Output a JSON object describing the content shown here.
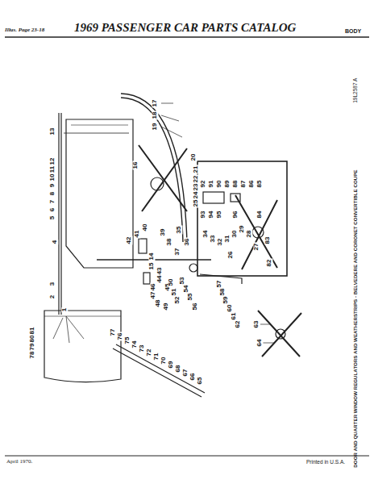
{
  "diagram": {
    "title": "1969 PASSENGER CAR PARTS CATALOG",
    "caption": "DOOR AND QUARTER WINDOW REGULATORS AND WEATHERSTRIPS - BELVEDERE AND CORONET CONVERTIBLE COUPE",
    "labels": [
      "Illus. Page 23-18",
      "BODY",
      "19L2587 A",
      "April 1970.",
      "Printed in U.S.A.",
      "1",
      "2",
      "3",
      "4",
      "5",
      "6",
      "7",
      "8",
      "9",
      "10",
      "11",
      "12",
      "13",
      "14",
      "15",
      "16",
      "17",
      "18",
      "19",
      "20",
      "21",
      "22",
      "23",
      "24",
      "25",
      "26",
      "27",
      "28",
      "29",
      "30",
      "31",
      "32",
      "33",
      "34",
      "35",
      "36",
      "37",
      "38",
      "39",
      "40",
      "41",
      "42",
      "43",
      "44",
      "45",
      "46",
      "47",
      "48",
      "49",
      "50",
      "51",
      "52",
      "53",
      "54",
      "55",
      "56",
      "57",
      "58",
      "59",
      "60",
      "61",
      "62",
      "63",
      "64",
      "65",
      "66",
      "67",
      "68",
      "69",
      "70",
      "71",
      "72",
      "73",
      "74",
      "75",
      "76",
      "77",
      "78",
      "79",
      "80",
      "81",
      "82",
      "83",
      "84",
      "85",
      "86",
      "87",
      "88",
      "89",
      "90",
      "91",
      "92",
      "93",
      "94",
      "95",
      "96"
    ]
  }
}
